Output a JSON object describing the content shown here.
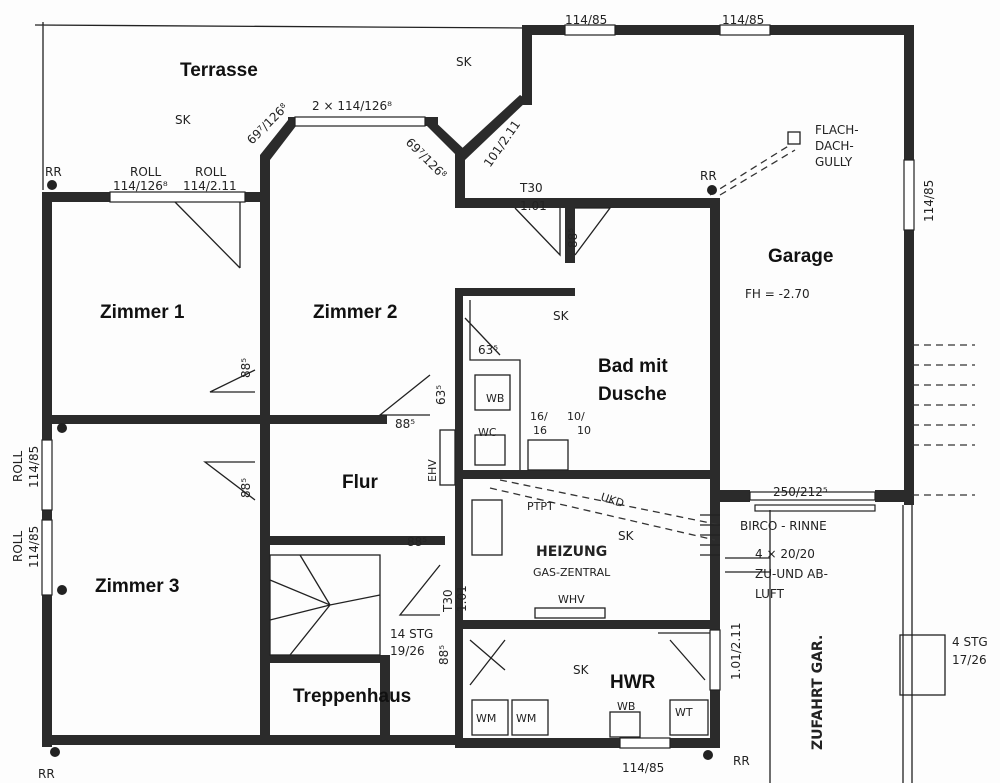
{
  "rooms": {
    "terrasse": "Terrasse",
    "zimmer1": "Zimmer 1",
    "zimmer2": "Zimmer 2",
    "zimmer3": "Zimmer 3",
    "flur": "Flur",
    "bad_line1": "Bad mit",
    "bad_line2": "Dusche",
    "garage": "Garage",
    "heizung": "HEIZUNG",
    "gas_zentral": "GAS-ZENTRAL",
    "hwr": "HWR",
    "treppenhaus": "Treppenhaus",
    "zufahrt": "ZUFAHRT GAR."
  },
  "labels": {
    "sk": "SK",
    "rr": "RR",
    "roll": "ROLL",
    "win_114_1268": "114/126⁸",
    "win_114_211": "114/2.11",
    "win_2x": "2 × 114/126⁸",
    "win_697_a": "69⁷/126⁸",
    "win_697_b": "69⁷/126⁸",
    "win_101_211": "101/2.11",
    "t30": "T30",
    "t30_101": "1.01",
    "d885": "88⁵",
    "d635": "63⁵",
    "g114_85": "114/85",
    "flachdach_1": "FLACH-",
    "flachdach_2": "DACH-",
    "flachdach_3": "GULLY",
    "fh": "FH = -2.70",
    "wb": "WB",
    "wc": "WC",
    "ehv": "EHV",
    "s16": "16/",
    "s16b": "16",
    "s10": "10/",
    "s10b": "10",
    "ptpt": "PTPT",
    "ukd": "UKD",
    "whv": "WHV",
    "garage_door": "250/212⁵",
    "birco": "BIRCO - RINNE",
    "vent1": "4 × 20/20",
    "vent2": "ZU-UND AB-",
    "vent3": "LUFT",
    "stg14": "14 STG",
    "stg14b": "19/26",
    "stg4": "4 STG",
    "stg4b": "17/26",
    "wm": "WM",
    "wt": "WT",
    "d101_211": "1.01/2.11",
    "t30_2": "T30",
    "t30_2b": "1.01"
  }
}
